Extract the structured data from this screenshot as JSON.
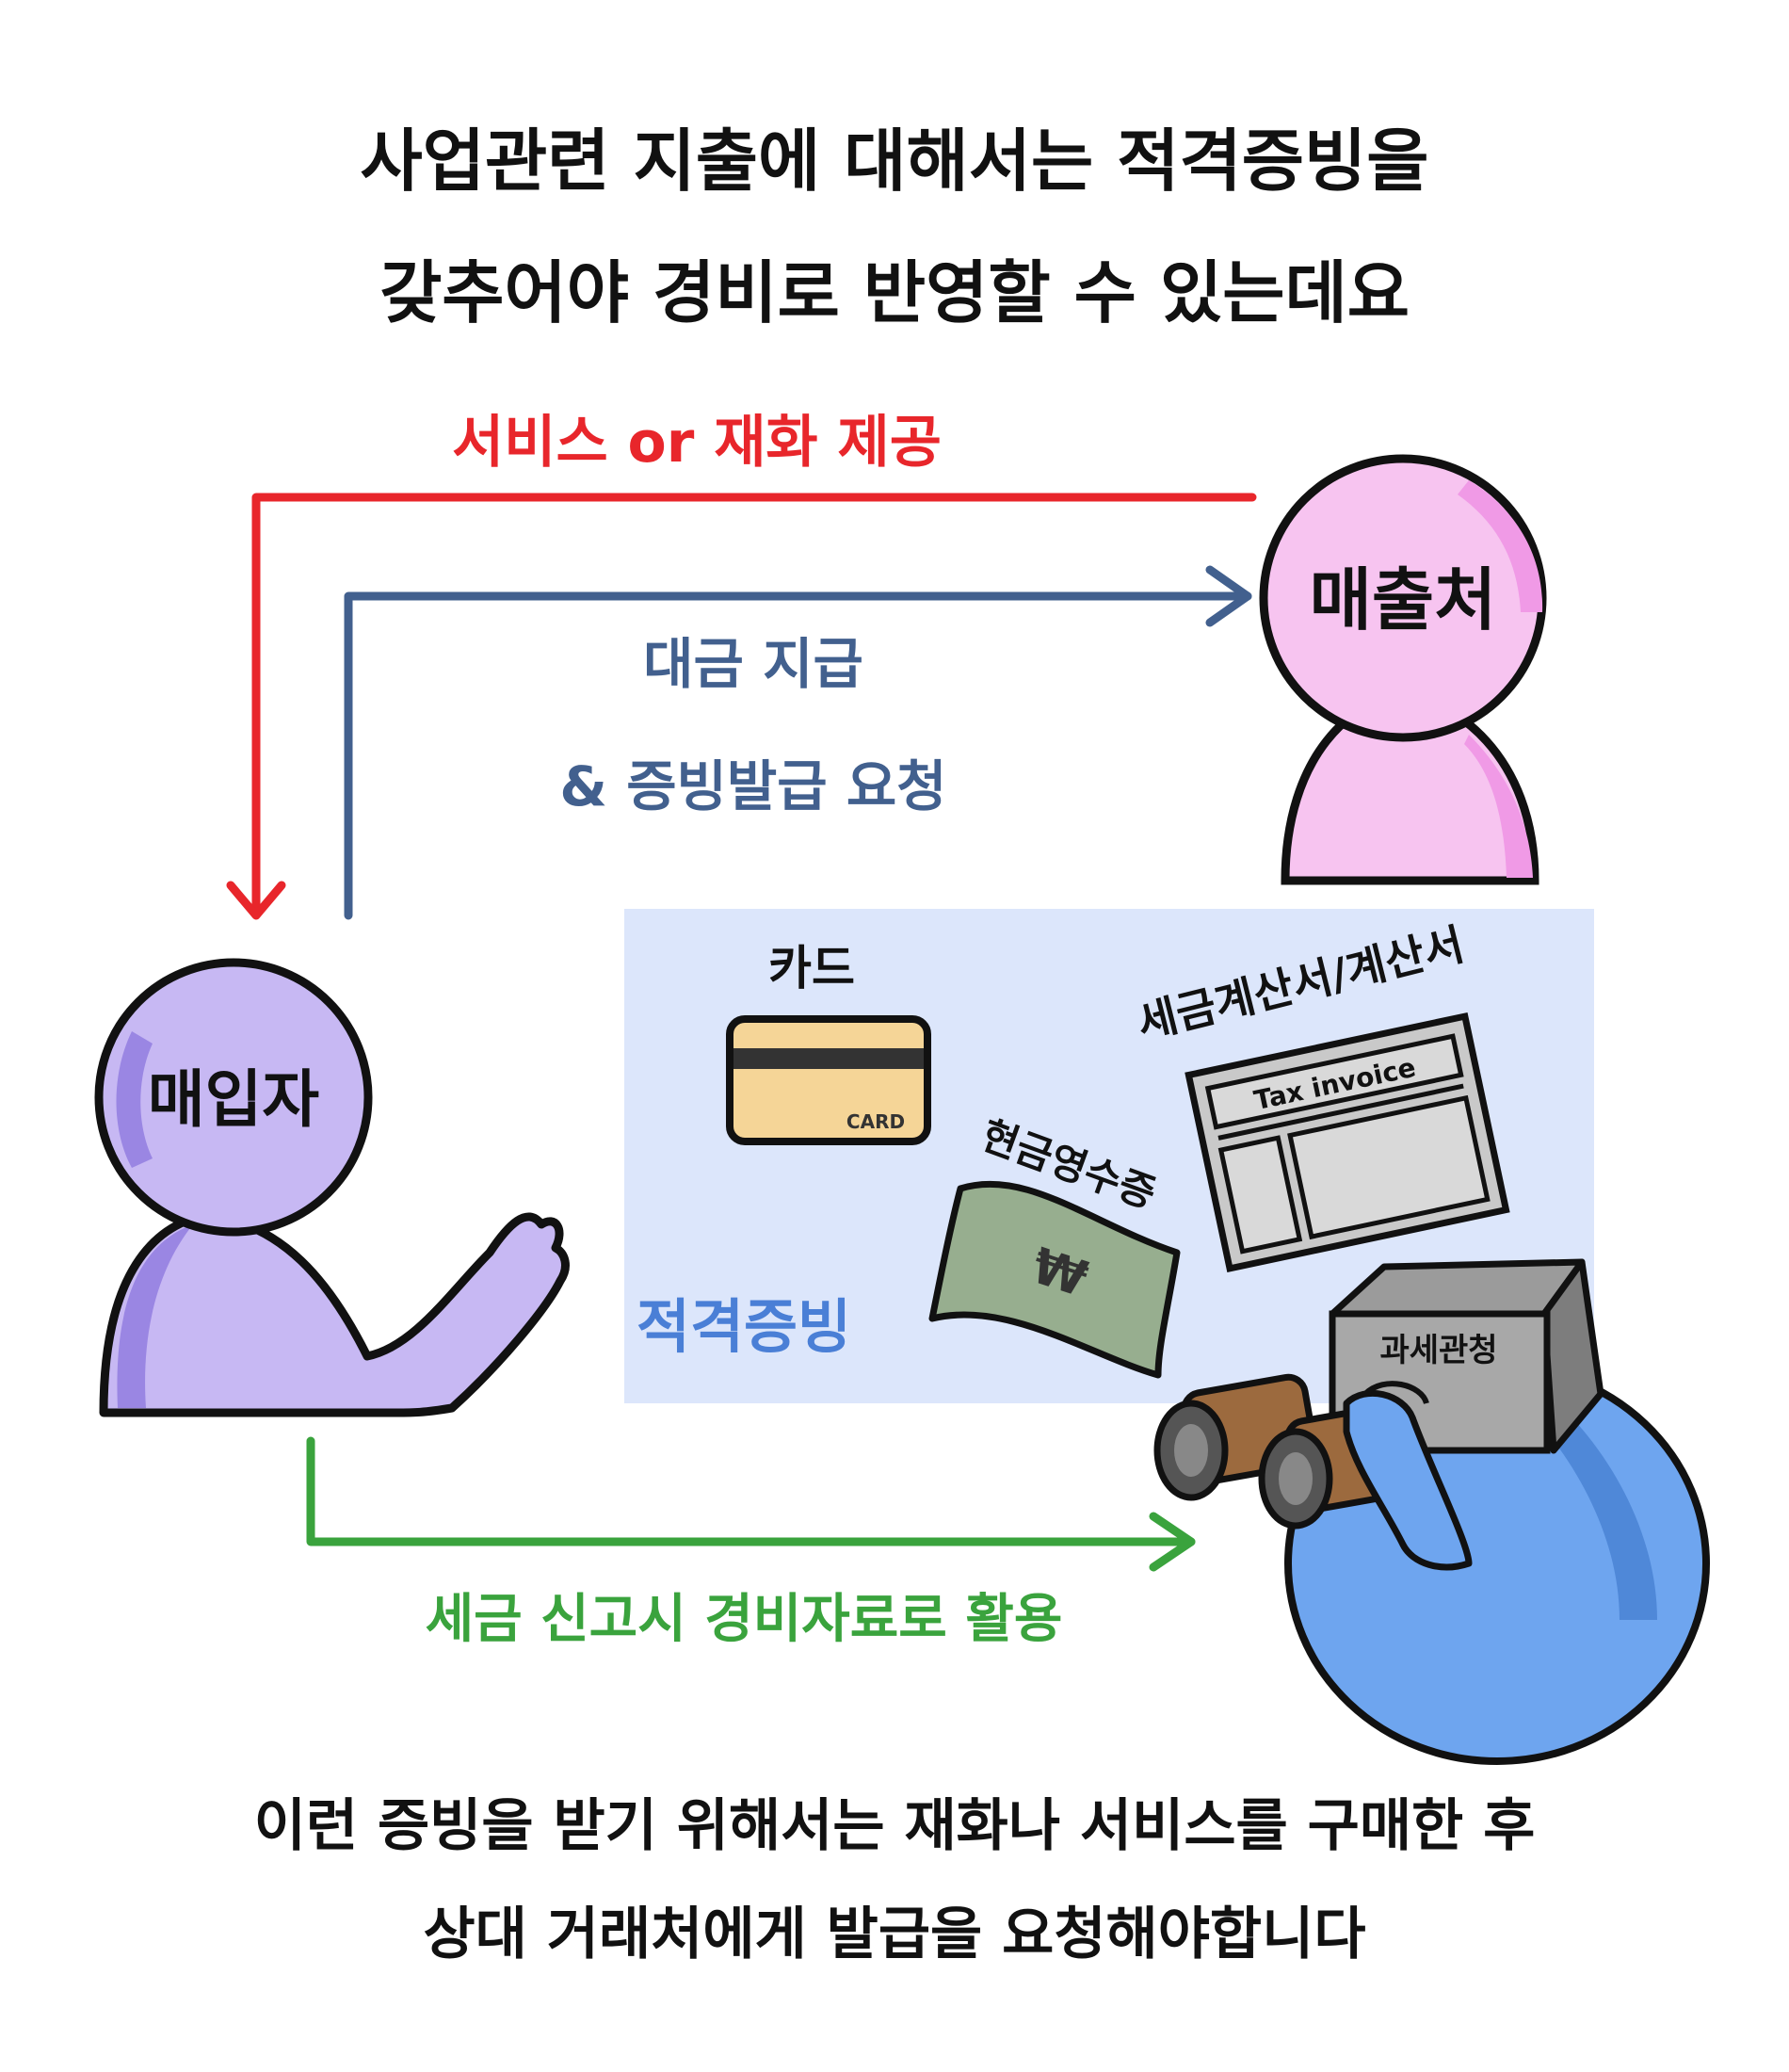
{
  "header": {
    "line1": "사업관련 지출에 대해서는 적격증빙을",
    "line2": "갖추어야 경비로 반영할 수 있는데요"
  },
  "flow": {
    "supply_label": "서비스 or 재화 제공",
    "payment_label_1": "대금 지급",
    "payment_label_2": "& 증빙발급 요청",
    "tax_use_label": "세금 신고시 경비자료로 활용"
  },
  "actors": {
    "seller": "매출처",
    "buyer": "매입자",
    "tax_office": "과세관청"
  },
  "evidence": {
    "card_label": "카드",
    "card_text": "CARD",
    "cash_receipt_label": "현금영수증",
    "cash_symbol": "₩",
    "invoice_label": "세금계산서/계산서",
    "invoice_text": "Tax invoice",
    "panel_label": "적격증빙"
  },
  "footer": {
    "line1": "이런 증빙을 받기 위해서는 재화나 서비스를 구매한 후",
    "line2": "상대 거래처에게 발급을 요청해야합니다"
  },
  "colors": {
    "supply": "#e8262b",
    "payment": "#42608e",
    "tax_use": "#3aa33d",
    "panel": "#dce6fb",
    "panel_text": "#4a7fd6",
    "seller": "#f7c4f0",
    "buyer": "#c7b8f3",
    "tax_person": "#6ea5ef"
  }
}
